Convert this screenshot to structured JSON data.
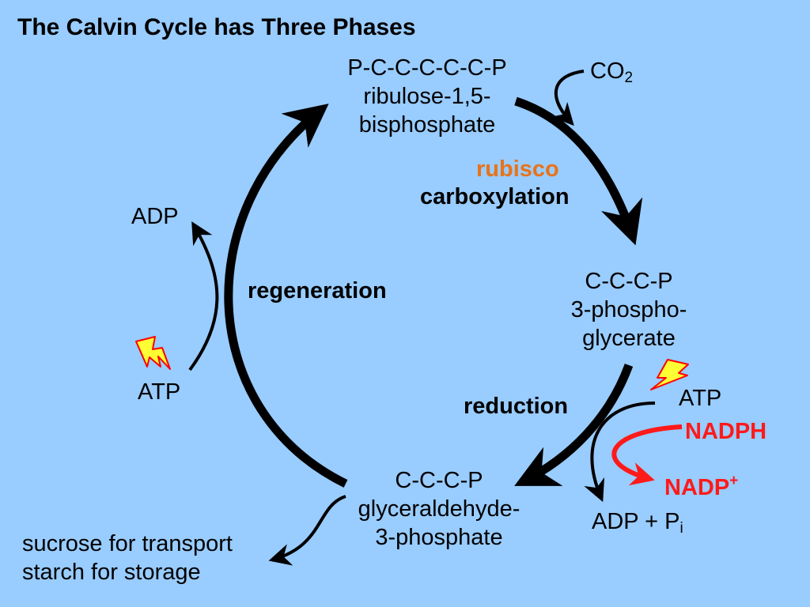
{
  "title": "The Calvin Cycle has Three Phases",
  "rubp": {
    "formula": "P-C-C-C-C-C-P",
    "name_line1": "ribulose-1,5-",
    "name_line2": "bisphosphate"
  },
  "co2": {
    "base": "CO",
    "sub": "2"
  },
  "rubisco": "rubisco",
  "carboxylation": "carboxylation",
  "pga": {
    "formula": "C-C-C-P",
    "name_line1": "3-phospho-",
    "name_line2": "glycerate"
  },
  "reduction": "reduction",
  "atp_right": "ATP",
  "nadph": "NADPH",
  "nadp": {
    "base": "NADP",
    "sup": "+"
  },
  "adp_pi": {
    "base": "ADP + P",
    "sub": "i"
  },
  "g3p": {
    "formula": "C-C-C-P",
    "name_line1": "glyceraldehyde-",
    "name_line2": "3-phosphate"
  },
  "regeneration": "regeneration",
  "adp_left": "ADP",
  "atp_left": "ATP",
  "output": {
    "line1": "sucrose for transport",
    "line2": "starch for storage"
  },
  "colors": {
    "background": "#99ccff",
    "rubisco": "#e8731a",
    "nadph_arrow": "#ff1a1a",
    "lightning_fill": "#ffff33",
    "lightning_stroke": "#ff0000"
  }
}
